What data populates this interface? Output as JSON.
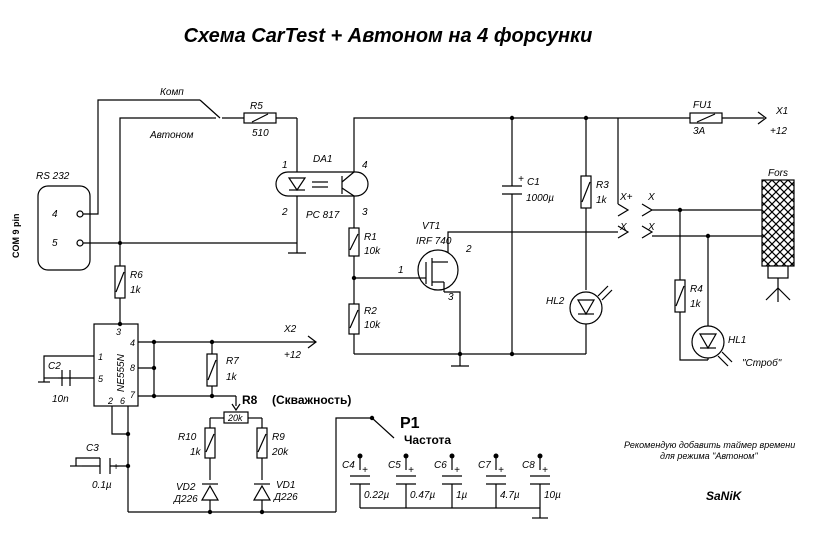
{
  "title": "Схема CarTest + Автоном на 4 форсунки",
  "connector": {
    "name": "RS 232",
    "side_label": "COM 9 pin",
    "pin_a": "4",
    "pin_b": "5"
  },
  "switch": {
    "label_top": "Комп",
    "label_bottom": "Автоном"
  },
  "r5": {
    "name": "R5",
    "value": "510"
  },
  "optocoupler": {
    "name": "DA1",
    "part": "PC 817",
    "p1": "1",
    "p2": "2",
    "p3": "3",
    "p4": "4"
  },
  "r1": {
    "name": "R1",
    "value": "10k"
  },
  "r2": {
    "name": "R2",
    "value": "10k"
  },
  "vt1": {
    "name": "VT1",
    "part": "IRF 740",
    "p1": "1",
    "p2": "2",
    "p3": "3"
  },
  "c1": {
    "name": "C1",
    "value": "1000µ"
  },
  "r3": {
    "name": "R3",
    "value": "1k"
  },
  "hl2": {
    "name": "HL2"
  },
  "fu1": {
    "name": "FU1",
    "value": "3A"
  },
  "x1": {
    "name": "X1",
    "value": "+12"
  },
  "injector": {
    "name": "Fors",
    "x_plus": "X+",
    "x1": "X",
    "x2": "X",
    "x3": "X"
  },
  "r4": {
    "name": "R4",
    "value": "1k"
  },
  "hl1": {
    "name": "HL1",
    "note": "\"Строб\""
  },
  "r6": {
    "name": "R6",
    "value": "1k"
  },
  "ic": {
    "name": "NE555N",
    "p1": "1",
    "p2": "2",
    "p3": "3",
    "p4": "4",
    "p5": "5",
    "p6": "6",
    "p7": "7",
    "p8": "8"
  },
  "c2": {
    "name": "C2",
    "value": "10n"
  },
  "x2": {
    "name": "X2",
    "value": "+12"
  },
  "r7": {
    "name": "R7",
    "value": "1k"
  },
  "r8": {
    "name": "R8",
    "value": "20k",
    "note": "(Скважность)"
  },
  "r10": {
    "name": "R10",
    "value": "1k"
  },
  "r9": {
    "name": "R9",
    "value": "20k"
  },
  "vd2": {
    "name": "VD2",
    "part": "Д226"
  },
  "vd1": {
    "name": "VD1",
    "part": "Д226"
  },
  "c3": {
    "name": "C3",
    "value": "0.1µ"
  },
  "p1": {
    "name": "P1",
    "note": "Частота"
  },
  "caps": [
    {
      "name": "C4",
      "value": "0.22µ"
    },
    {
      "name": "C5",
      "value": "0.47µ"
    },
    {
      "name": "C6",
      "value": "1µ"
    },
    {
      "name": "C7",
      "value": "4.7µ"
    },
    {
      "name": "C8",
      "value": "10µ"
    }
  ],
  "recommendation": [
    "Рекомендую добавить таймер времени",
    "для режима \"Автоном\""
  ],
  "author": "SaNiK"
}
